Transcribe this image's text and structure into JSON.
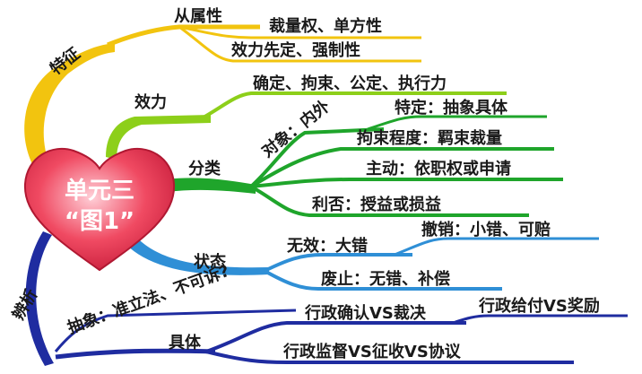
{
  "center": {
    "line1": "单元三",
    "line2": "“图1”"
  },
  "branches": {
    "features": {
      "label": "特征",
      "color": "#f2c40f",
      "subs": {
        "subordinate": "从属性",
        "power": "裁量权、单方性",
        "effect": "效力先定、强制性"
      }
    },
    "efficacy": {
      "label": "效力",
      "color": "#8dcf1a",
      "subs": {
        "items": "确定、拘束、公定、执行力"
      }
    },
    "classification": {
      "label": "分类",
      "color": "#1fa52b",
      "subs": {
        "object": "对象：内外",
        "specific": "特定：抽象具体",
        "binding": "拘束程度：羁束裁量",
        "initiative": "主动：依职权或申请",
        "benefit": "利否：授益或损益"
      }
    },
    "state": {
      "label": "状态",
      "color": "#2f8fd6",
      "subs": {
        "invalid": "无效：大错",
        "revoke": "撤销：小错、可赔",
        "abolish": "废止：无错、补偿"
      }
    },
    "analysis": {
      "label": "辨析",
      "color": "#1f2ca0",
      "subs": {
        "abstract": "抽象：准立法、不可诉?",
        "concrete": "具体",
        "confirm": "行政确认VS裁决",
        "payment": "行政给付VS奖励",
        "supervise": "行政监督VS征收VS协议"
      }
    }
  }
}
